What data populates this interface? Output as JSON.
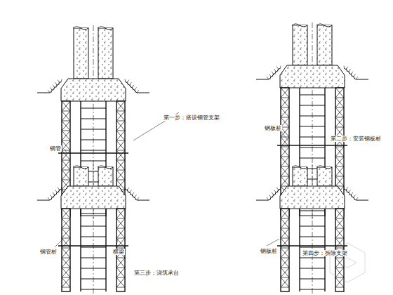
{
  "diagram": {
    "labels": [
      "第一步：搭设钢管支架",
      "钢管",
      "第二步：安装钢板桩",
      "钢板桩",
      "钢管桩",
      "横梁",
      "第三步：浇筑承台",
      "第四步：拆除支架",
      "钢板桩"
    ]
  }
}
